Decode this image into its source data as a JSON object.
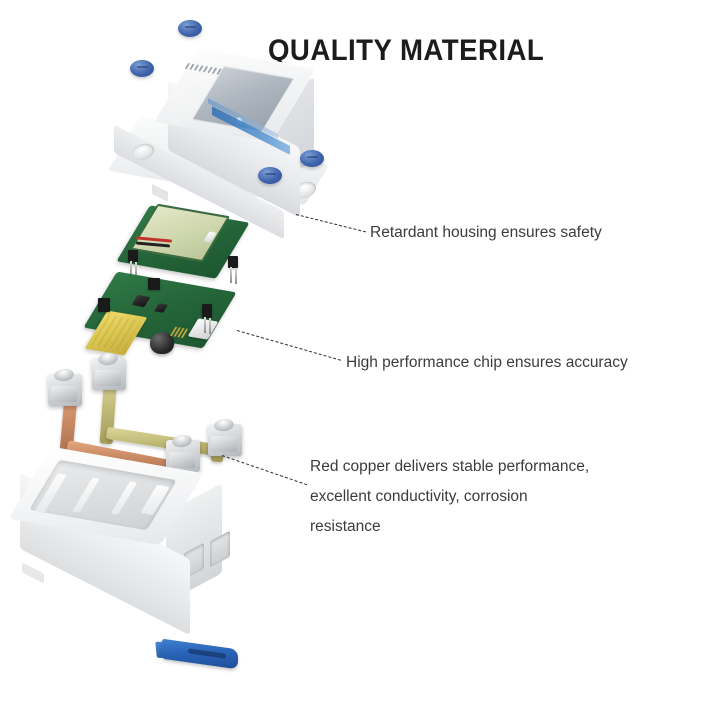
{
  "page": {
    "title": "QUALITY MATERIAL",
    "background_color": "#ffffff",
    "text_color": "#3c3c3c",
    "title_color": "#1c1c1c"
  },
  "callouts": [
    {
      "id": "callout-housing",
      "text": "Retardant housing ensures safety",
      "leader": "dashed-line"
    },
    {
      "id": "callout-chip",
      "text": "High performance chip ensures accuracy",
      "leader": "dashed-line"
    },
    {
      "id": "callout-copper",
      "text": "Red copper delivers stable performance,\nexcellent conductivity, corrosion\nresistance",
      "leader": "dashed-line"
    }
  ],
  "parts": [
    {
      "id": "top-housing",
      "name": "din-rail-meter-housing",
      "color": "#f2f3f4"
    },
    {
      "id": "display-pcb",
      "name": "lcd-display-board",
      "color": "#246338"
    },
    {
      "id": "main-pcb",
      "name": "main-circuit-board",
      "color": "#246338"
    },
    {
      "id": "busbar",
      "name": "copper-busbar-assembly",
      "color": "#c98963"
    },
    {
      "id": "brass-bar",
      "name": "brass-busbar",
      "color": "#c4bd7a"
    },
    {
      "id": "enclosure",
      "name": "base-enclosure-shell",
      "color": "#eceeef"
    },
    {
      "id": "din-clip",
      "name": "din-rail-mounting-clip",
      "color": "#2a64b8"
    },
    {
      "id": "screws",
      "name": "blue-terminal-screws",
      "color": "#3f63ad"
    }
  ]
}
